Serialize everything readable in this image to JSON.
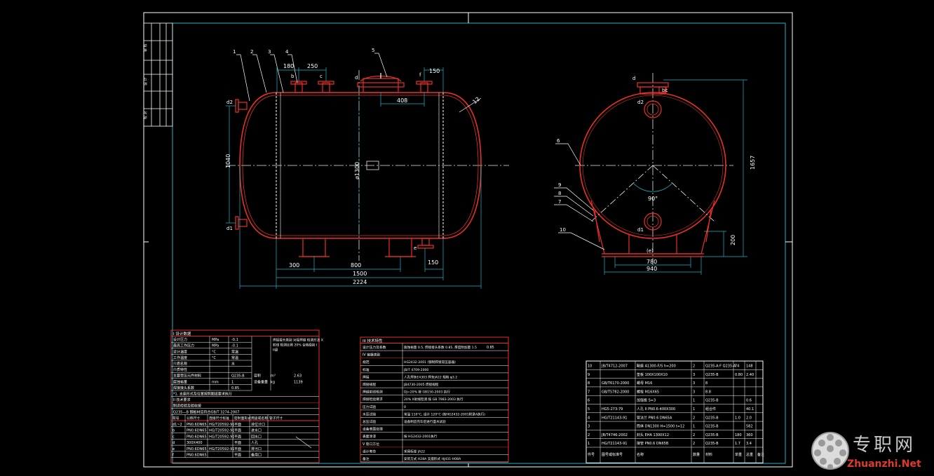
{
  "colors": {
    "background": "#000000",
    "frame": "#ffffff",
    "inner_frame": "#21b5c8",
    "vessel": "#e8302a",
    "centerline": "#e8e8e8",
    "dimension": "#21b5c8",
    "table_header": "#e8302a",
    "table_body": "#ffffff"
  },
  "side_view": {
    "part_callouts": [
      "1",
      "2",
      "3",
      "4"
    ],
    "nozzle_labels": {
      "b": "b",
      "c": "c",
      "d": "d",
      "f": "f",
      "e": "e",
      "d2": "d2",
      "d1": "d1"
    },
    "callout_5": "5",
    "dims": {
      "top_180": "180",
      "top_250": "250",
      "top_150": "150",
      "manhole_408": "408",
      "height_1040": "1040",
      "dia_1300": "ø1300",
      "bottom_300": "300",
      "bottom_800": "800",
      "bottom_150": "150",
      "overall_1500": "1500",
      "overall_2224": "2224",
      "head_12": "12"
    }
  },
  "end_view": {
    "callouts": [
      "6",
      "9",
      "8",
      "7",
      "10"
    ],
    "nozzle_labels": {
      "d": "d",
      "bc": "bc",
      "d2": "d2",
      "d1": "d1",
      "e": "(e)"
    },
    "dims": {
      "angle": "90°",
      "height_1657": "1657",
      "support_200": "200",
      "base_780": "780",
      "base_940": "940"
    }
  },
  "title_strip": {
    "labels": [
      "审 核",
      "设 计",
      "校 对"
    ]
  },
  "table_design": {
    "title": "I 设计数据",
    "rows": [
      [
        "设计压力",
        "MPa",
        "-0.1"
      ],
      [
        "最高工作压力",
        "MPa",
        "-0.1"
      ],
      [
        "设计温度",
        "°C",
        "常温"
      ],
      [
        "工作温度",
        "°C",
        "常温"
      ],
      [
        "介质名称",
        "",
        "水"
      ],
      [
        "介质特性",
        "",
        ""
      ],
      [
        "主要受压元件材料",
        "",
        "Q235-B"
      ],
      [
        "腐蚀裕量",
        "mm",
        "1"
      ],
      [
        "焊接接头系数",
        "",
        "0.85"
      ]
    ],
    "side_note": "焊接接头类别 对接焊缝 检测方法 X射线 检测比例 20% 合格级别 III级",
    "extra": [
      [
        "容积",
        "m³",
        "2.63"
      ],
      [
        "设备重量",
        "kg",
        "1139"
      ]
    ],
    "note_rows": [
      "*1. 支座形式及位置按照图纸要求执行",
      "II 技术要求",
      "制造检验及验收按",
      "Q235—B 钢板材应符合GB/T 3274-2007"
    ],
    "nozzle_header": [
      "符号",
      "公称尺寸",
      "连接尺寸标准",
      "密封面形式",
      "用途或名称",
      "管子尺寸"
    ],
    "nozzles": [
      [
        "d1~2",
        "PN0.6DN65",
        "HG/T20592-91",
        "平面",
        "液位计口",
        ""
      ],
      [
        "b",
        "PN0.6DN65",
        "HG/T20592-91",
        "平面",
        "进水口",
        ""
      ],
      [
        "c",
        "PN0.6DN65",
        "HG/T20592-91",
        "平面",
        "回水口",
        ""
      ],
      [
        "d",
        "300X400",
        "",
        "平面",
        "人孔",
        ""
      ],
      [
        "e",
        "PN0.6DN65",
        "HG/T20592-91",
        "平面",
        "排污口",
        ""
      ],
      [
        "f",
        "PN0.6DN65",
        "",
        "平面",
        "备用口",
        ""
      ]
    ]
  },
  "table_spec": {
    "title": "III 技术特性",
    "rows": [
      [
        "设计压力及系数",
        "腐蚀裕量 0.5, 焊接接头系数 0.85, 厚度附加量 1.5",
        "0.85"
      ],
      [
        "IV 容器类别",
        "",
        ""
      ],
      [
        "规范",
        "HG2432-2001 (钢制焊接常压容器)",
        ""
      ],
      [
        "标准",
        "JB/T 4709-2000",
        ""
      ],
      [
        "焊接",
        "人孔焊条E4303 焊条J422 规格 φ3.2",
        ""
      ],
      [
        "焊接规程",
        "JB4730-2005 焊接规程",
        ""
      ],
      [
        "焊缝射线检测",
        "DJ=20% 按 GB150-2003 执行",
        ""
      ],
      [
        "焊接检验要求",
        "20% X射线检测 按 GB 7983-2003 执行",
        ""
      ],
      [
        "压力试验",
        "0",
        ""
      ],
      [
        "水压试验",
        "常温 110°C, 设计 120°C (按HG2432-2001附录A执行)",
        ""
      ],
      [
        "总压试验",
        "设备制造完毕后进行盛水试验",
        ""
      ],
      [
        "设备表面处理",
        "",
        ""
      ],
      [
        "表面涂漆",
        "按 HG2432-2001执行",
        ""
      ],
      [
        "V 管口方位",
        "",
        ""
      ],
      [
        "设计寿命",
        "采用标准 JA22",
        ""
      ],
      [
        "备注",
        "安装方式 H28A   支座形式 HJ431-H08A",
        ""
      ]
    ]
  },
  "table_parts": {
    "header": [
      "件号",
      "图号或标准号",
      "名称",
      "数量",
      "材料",
      "单重",
      "总重",
      "备注"
    ],
    "rows": [
      [
        "10",
        "JB/T4712-2007",
        "鞍座 A1300-F/S h=200",
        "2",
        "Q235-A·F Q235-A",
        "74",
        "148",
        ""
      ],
      [
        "9",
        "",
        "垫板 100X100X10",
        "3",
        "Q235-B",
        "0.80",
        "2.40",
        ""
      ],
      [
        "8",
        "GB/T6170-2000",
        "螺母 M16",
        "3",
        "8",
        "",
        "",
        ""
      ],
      [
        "7",
        "GB/T5782-2000",
        "螺栓 M16X65",
        "3",
        "8.8",
        "",
        "",
        ""
      ],
      [
        "6",
        "",
        "加强板 S=3",
        "1",
        "Q235-B",
        "",
        "0.6",
        ""
      ],
      [
        "5",
        "HG5-273-79",
        "人孔 II PN0.6-400X300",
        "1",
        "组合件",
        "",
        "40.1",
        ""
      ],
      [
        "4",
        "HG/T21143-91",
        "管法兰 PN0.6 DN65A",
        "2",
        "Q235-B",
        "1.0",
        "2.0",
        ""
      ],
      [
        "3",
        "",
        "筒体 DN1300 H=1500 t=12",
        "1",
        "Q235-B",
        "",
        "582",
        ""
      ],
      [
        "2",
        "JB/T4746-2002",
        "封头 EHA 1300X12",
        "2",
        "Q235-B",
        "180",
        "360",
        ""
      ],
      [
        "1",
        "HG/T21143-91",
        "接管 PN0.6 DN65B",
        "2",
        "Q235-B",
        "1.7",
        "3.4",
        ""
      ]
    ],
    "footer": [
      "件号",
      "图号或标准号",
      "名称",
      "数量",
      "材料",
      "单重 总重",
      "备注"
    ]
  },
  "watermark": {
    "cn": "专职网",
    "en": "Zhuanzhi.Net"
  }
}
